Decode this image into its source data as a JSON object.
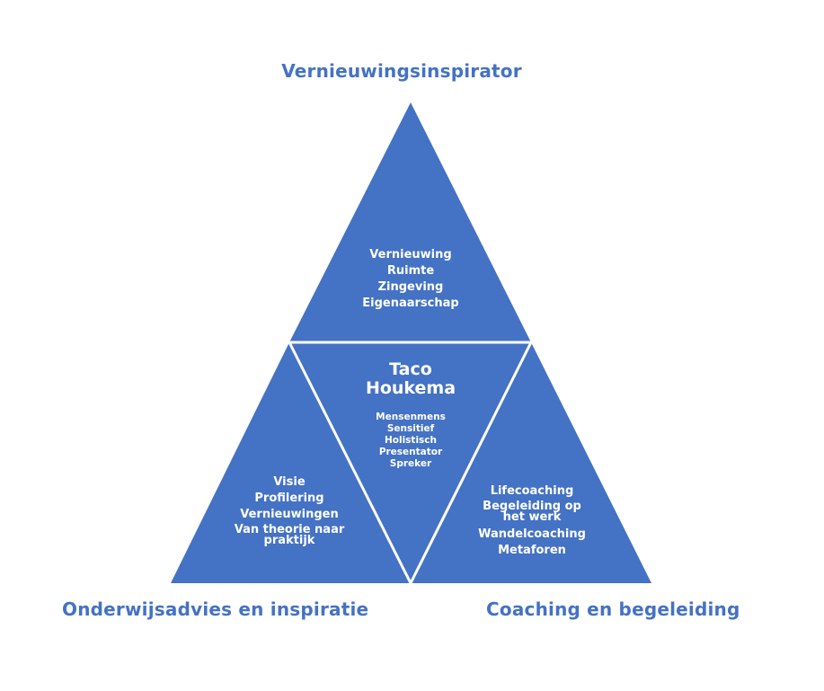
{
  "colors": {
    "accent": "#4472C4",
    "separator": "#ffffff",
    "text_on_shape": "#ffffff",
    "background": "#ffffff"
  },
  "headings": {
    "top": "Vernieuwingsinspirator",
    "bottom_left": "Onderwijsadvies en inspiratie",
    "bottom_right": "Coaching en begeleiding"
  },
  "center": {
    "name_line1": "Taco",
    "name_line2": "Houkema",
    "traits": [
      "Mensenmens",
      "Sensitief",
      "Holistisch",
      "Presentator",
      "Spreker"
    ]
  },
  "top_triangle": {
    "items": [
      "Vernieuwing",
      "Ruimte",
      "Zingeving",
      "Eigenaarschap"
    ]
  },
  "left_triangle": {
    "items": [
      "Visie",
      "Profilering",
      "Vernieuwingen",
      "Van theorie naar praktijk"
    ]
  },
  "right_triangle": {
    "items": [
      "Lifecoaching",
      "Begeleiding op het werk",
      "Wandelcoaching",
      "Metaforen"
    ]
  }
}
